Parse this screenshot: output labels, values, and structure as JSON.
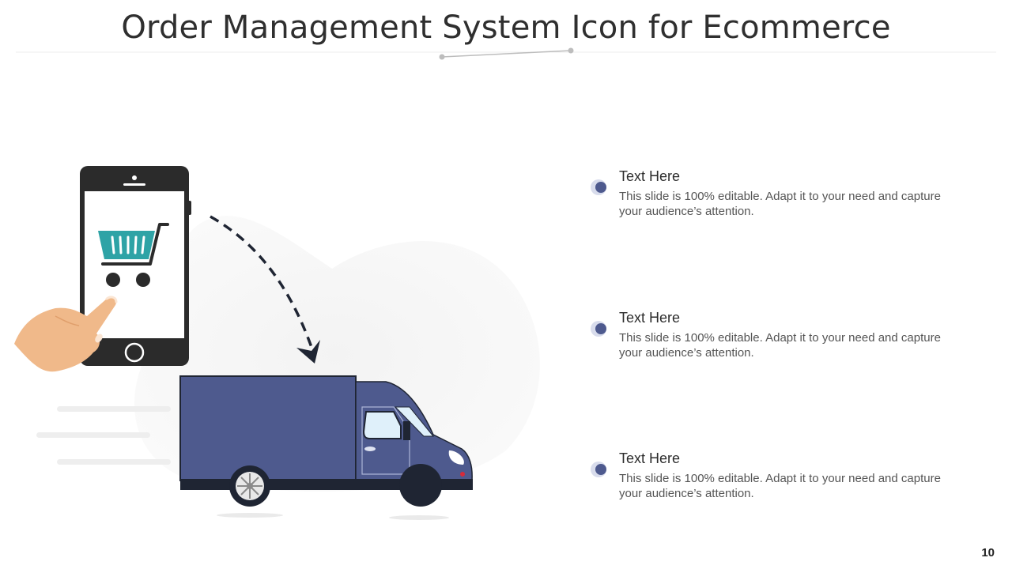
{
  "slide": {
    "title": "Order Management System Icon for Ecommerce",
    "page_number": "10"
  },
  "items": [
    {
      "heading": "Text Here",
      "body": "This slide is 100% editable. Adapt it to your need and capture your audience’s attention."
    },
    {
      "heading": "Text Here",
      "body": "This slide is 100% editable. Adapt it to your need and capture your audience’s attention."
    },
    {
      "heading": "Text Here",
      "body": "This slide is 100% editable. Adapt it to your need and capture your audience’s attention."
    }
  ],
  "colors": {
    "truck_body": "#4e5a8e",
    "cart": "#2ea3a6",
    "phone": "#2b2b2b",
    "hand": "#f0b98a",
    "bullet_accent": "#4e5a8e"
  },
  "icons": [
    "smartphone-icon",
    "shopping-cart-icon",
    "pointing-hand-icon",
    "delivery-truck-icon",
    "dashed-arrow-icon"
  ]
}
